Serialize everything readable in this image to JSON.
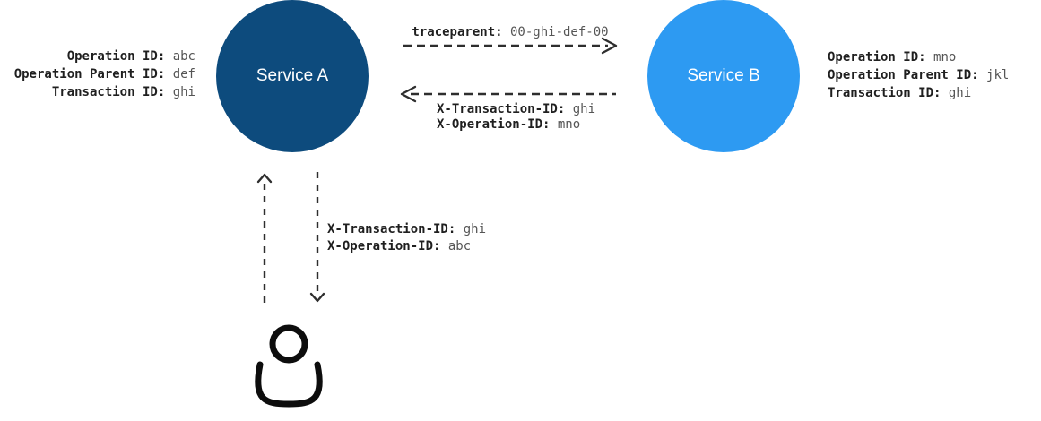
{
  "service_a": {
    "label": "Service A",
    "fill": "#0D4B7D",
    "text_color": "#ffffff",
    "info": [
      {
        "label": "Operation ID:",
        "value": "abc"
      },
      {
        "label": "Operation Parent ID:",
        "value": "def"
      },
      {
        "label": "Transaction ID:",
        "value": "ghi"
      }
    ]
  },
  "service_b": {
    "label": "Service B",
    "fill": "#2D9AF2",
    "text_color": "#ffffff",
    "info": [
      {
        "label": "Operation ID:",
        "value": "mno"
      },
      {
        "label": "Operation Parent ID:",
        "value": "jkl"
      },
      {
        "label": "Transaction ID:",
        "value": "ghi"
      }
    ]
  },
  "request_arrow": {
    "direction": "service-a-to-service-b",
    "label": "traceparent:",
    "value": "00-ghi-def-00"
  },
  "response_arrow": {
    "direction": "service-b-to-service-a",
    "headers": [
      {
        "label": "X-Transaction-ID:",
        "value": "ghi"
      },
      {
        "label": "X-Operation-ID:",
        "value": "mno"
      }
    ]
  },
  "user_exchange": {
    "up_arrow_direction": "user-to-service-a",
    "down_arrow_direction": "service-a-to-user",
    "headers": [
      {
        "label": "X-Transaction-ID:",
        "value": "ghi"
      },
      {
        "label": "X-Operation-ID:",
        "value": "abc"
      }
    ]
  },
  "colors": {
    "arrow": "#2e2e2e",
    "header_label_text": "#1f1f1f",
    "header_value_text": "#555555",
    "person_icon": "#0d0d0d"
  }
}
